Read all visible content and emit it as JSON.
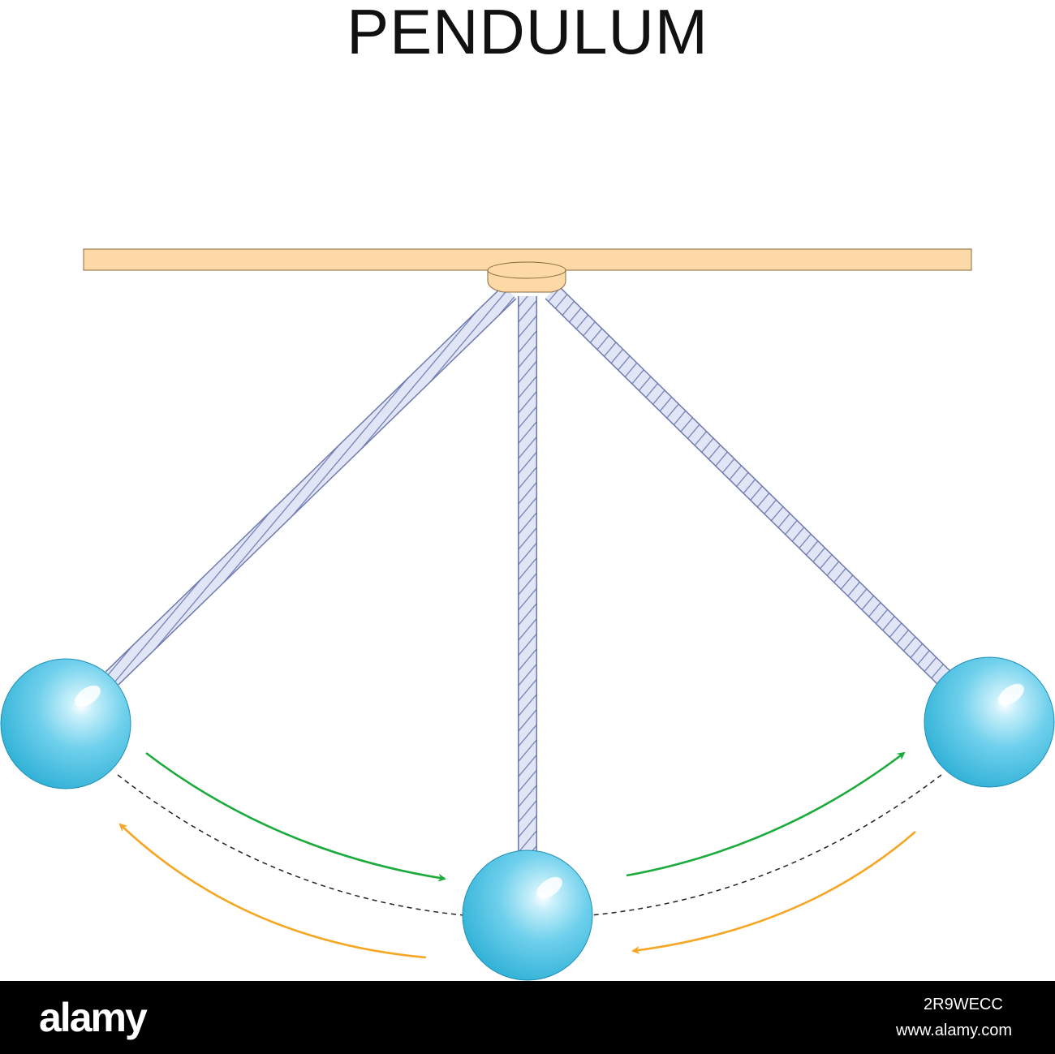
{
  "title": "PENDULUM",
  "colors": {
    "beam_fill": "#fcd9a6",
    "beam_stroke": "#8a6a3a",
    "rope_fill": "#e1e6f7",
    "rope_stroke": "#6e79b0",
    "bob": "#38b9dd",
    "bob_highlight": "#c9f0fb",
    "arrow_green": "#1bab3c",
    "arrow_orange": "#f5a623",
    "path_dashed": "#222222"
  },
  "icons": {
    "green_arrow": "arrow-right-curved",
    "orange_arrow": "arrow-left-curved"
  },
  "watermark": {
    "logo": "alamy",
    "image_id": "2R9WECC",
    "site": "www.alamy.com"
  }
}
